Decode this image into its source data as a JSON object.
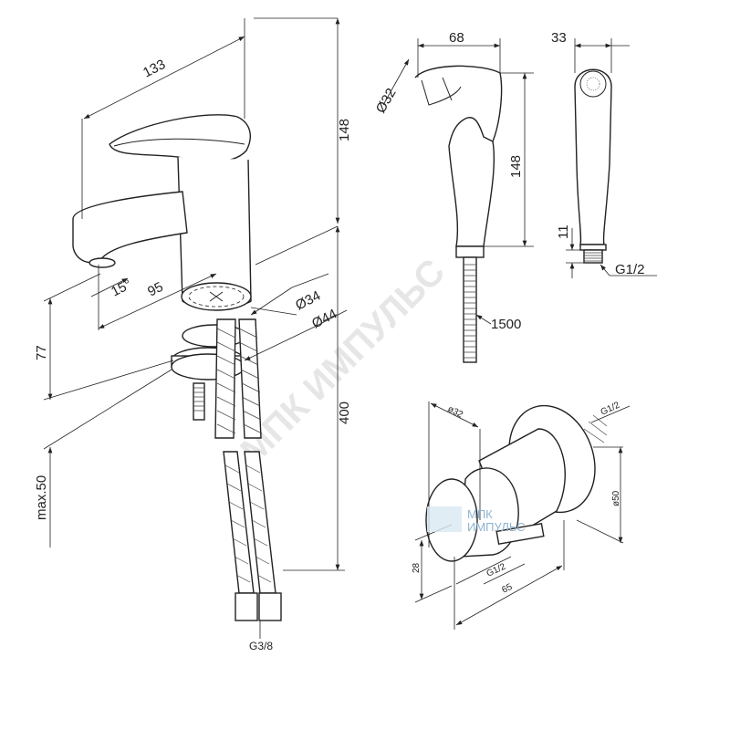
{
  "watermark": {
    "main": "МПК ИМПУЛЬС",
    "logo_line1": "МПК",
    "logo_line2": "ИМПУЛЬС"
  },
  "faucet_view": {
    "dims": {
      "width": "133",
      "height": "148",
      "angle": "15°",
      "reach": "95",
      "d_base": "Ø34",
      "d_washer": "Ø44",
      "spout_height": "77",
      "hose_length": "400",
      "max_thickness": "max.50",
      "thread": "G3/8"
    }
  },
  "shower_side_view": {
    "dims": {
      "width": "68",
      "diameter": "Ø32",
      "height": "148",
      "hose_length": "1500"
    }
  },
  "shower_front_view": {
    "dims": {
      "width": "33",
      "thread_length": "11",
      "thread": "G1/2"
    }
  },
  "wall_outlet_view": {
    "dims": {
      "diameter": "ø32",
      "thread_top": "G1/2",
      "flange_diameter": "ø50",
      "offset": "28",
      "thread_bottom": "G1/2",
      "depth": "65"
    }
  }
}
